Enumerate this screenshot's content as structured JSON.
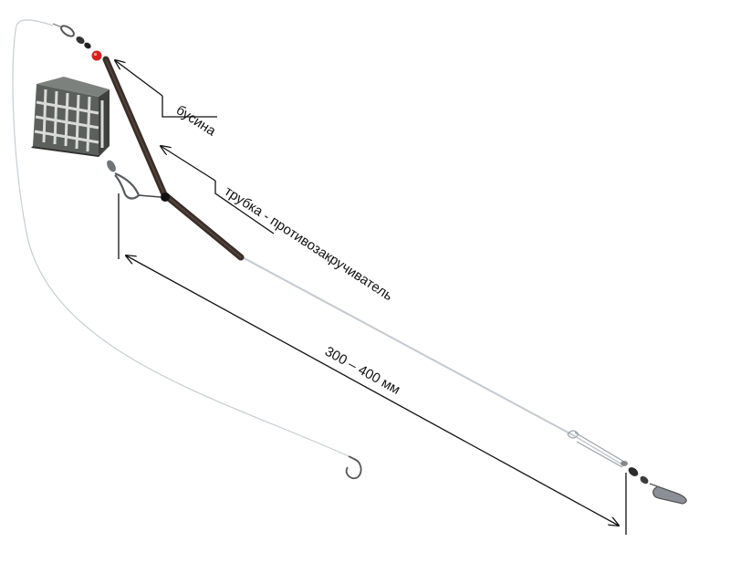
{
  "labels": {
    "bead": "бусина",
    "tube": "трубка - противозакручиватель",
    "length": "300 – 400 мм"
  },
  "colors": {
    "line": "#bfc6cc",
    "tube": "#3a2e28",
    "bead": "#d81f1f",
    "feeder": "#4d524f",
    "swivel": "#7a7f84",
    "annotation": "#111111"
  },
  "components": [
    "bead",
    "anti-tangle-tube",
    "feeder-cage",
    "snap-swivel",
    "hook",
    "main-line-swivel"
  ]
}
